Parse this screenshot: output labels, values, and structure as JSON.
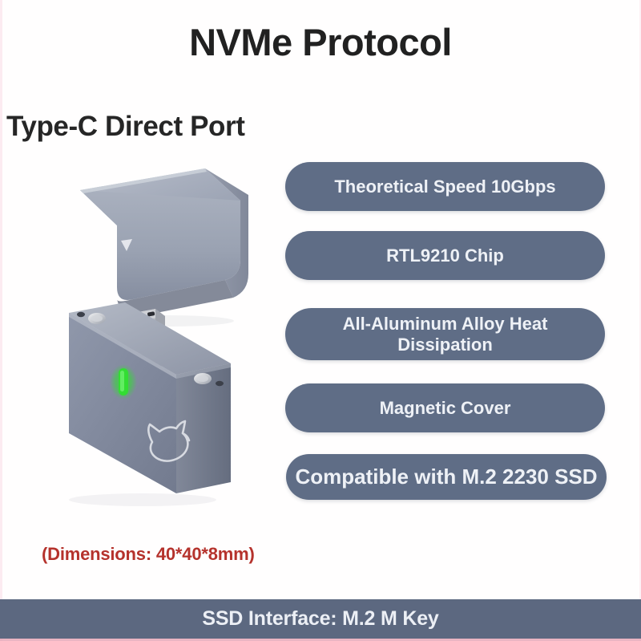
{
  "headings": {
    "title": "NVMe Protocol",
    "subtitle": "Type-C Direct Port"
  },
  "features": [
    {
      "label": "Theoretical Speed 10Gbps"
    },
    {
      "label": "RTL9210 Chip"
    },
    {
      "label": "All-Aluminum Alloy Heat Dissipation"
    },
    {
      "label": "Magnetic Cover"
    },
    {
      "label": "Compatible with M.2 2230 SSD"
    }
  ],
  "dimensions_note": "(Dimensions: 40*40*8mm)",
  "bottom_bar": {
    "label": "SSD Interface: M.2 M Key"
  },
  "product": {
    "cap_marker": "triangle-down-marker",
    "logo": "bull-head-logo",
    "led": "green-status-led",
    "connector": "usb-c-connector"
  },
  "colors": {
    "pill_background": "#5f6d86",
    "pill_text": "#eef1f6",
    "bottom_bar_background": "#5c6880",
    "title_text": "#212121",
    "dimensions_text": "#b5322c",
    "led_green": "#33dd33",
    "aluminum_body": "#8b93a6",
    "connector_silver": "#d9dade",
    "page_background": "#fffefe"
  }
}
